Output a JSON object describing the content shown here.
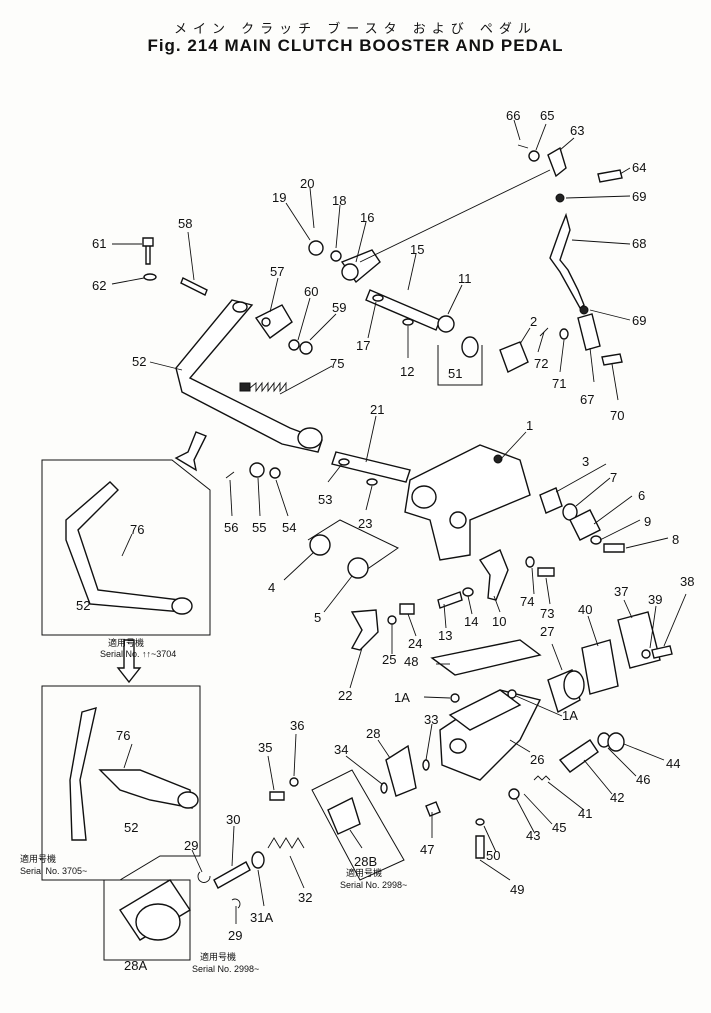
{
  "title": {
    "japanese": "メイン クラッチ ブースタ および ペダル",
    "english": "Fig. 214 MAIN CLUTCH BOOSTER AND PEDAL"
  },
  "callouts": [
    {
      "id": "66",
      "label": "66"
    },
    {
      "id": "65",
      "label": "65"
    },
    {
      "id": "63",
      "label": "63"
    },
    {
      "id": "64",
      "label": "64"
    },
    {
      "id": "69a",
      "label": "69"
    },
    {
      "id": "68",
      "label": "68"
    },
    {
      "id": "69b",
      "label": "69"
    },
    {
      "id": "67",
      "label": "67"
    },
    {
      "id": "70",
      "label": "70"
    },
    {
      "id": "71",
      "label": "71"
    },
    {
      "id": "72",
      "label": "72"
    },
    {
      "id": "2",
      "label": "2"
    },
    {
      "id": "20",
      "label": "20"
    },
    {
      "id": "19",
      "label": "19"
    },
    {
      "id": "18",
      "label": "18"
    },
    {
      "id": "16",
      "label": "16"
    },
    {
      "id": "15",
      "label": "15"
    },
    {
      "id": "11",
      "label": "11"
    },
    {
      "id": "17",
      "label": "17"
    },
    {
      "id": "12",
      "label": "12"
    },
    {
      "id": "51",
      "label": "51"
    },
    {
      "id": "61",
      "label": "61"
    },
    {
      "id": "62",
      "label": "62"
    },
    {
      "id": "58",
      "label": "58"
    },
    {
      "id": "57",
      "label": "57"
    },
    {
      "id": "60",
      "label": "60"
    },
    {
      "id": "59",
      "label": "59"
    },
    {
      "id": "52a",
      "label": "52"
    },
    {
      "id": "75",
      "label": "75"
    },
    {
      "id": "21",
      "label": "21"
    },
    {
      "id": "1",
      "label": "1"
    },
    {
      "id": "3",
      "label": "3"
    },
    {
      "id": "7",
      "label": "7"
    },
    {
      "id": "6",
      "label": "6"
    },
    {
      "id": "9",
      "label": "9"
    },
    {
      "id": "8",
      "label": "8"
    },
    {
      "id": "53",
      "label": "53"
    },
    {
      "id": "23",
      "label": "23"
    },
    {
      "id": "56",
      "label": "56"
    },
    {
      "id": "55",
      "label": "55"
    },
    {
      "id": "54",
      "label": "54"
    },
    {
      "id": "4",
      "label": "4"
    },
    {
      "id": "5",
      "label": "5"
    },
    {
      "id": "76a",
      "label": "76"
    },
    {
      "id": "52b",
      "label": "52"
    },
    {
      "id": "74",
      "label": "74"
    },
    {
      "id": "73",
      "label": "73"
    },
    {
      "id": "10",
      "label": "10"
    },
    {
      "id": "14",
      "label": "14"
    },
    {
      "id": "13",
      "label": "13"
    },
    {
      "id": "24",
      "label": "24"
    },
    {
      "id": "25",
      "label": "25"
    },
    {
      "id": "22",
      "label": "22"
    },
    {
      "id": "48",
      "label": "48"
    },
    {
      "id": "27",
      "label": "27"
    },
    {
      "id": "40",
      "label": "40"
    },
    {
      "id": "37",
      "label": "37"
    },
    {
      "id": "39",
      "label": "39"
    },
    {
      "id": "38",
      "label": "38"
    },
    {
      "id": "1Aa",
      "label": "1A"
    },
    {
      "id": "1Ab",
      "label": "1A"
    },
    {
      "id": "33",
      "label": "33"
    },
    {
      "id": "28",
      "label": "28"
    },
    {
      "id": "34",
      "label": "34"
    },
    {
      "id": "26",
      "label": "26"
    },
    {
      "id": "44",
      "label": "44"
    },
    {
      "id": "46",
      "label": "46"
    },
    {
      "id": "42",
      "label": "42"
    },
    {
      "id": "41",
      "label": "41"
    },
    {
      "id": "45",
      "label": "45"
    },
    {
      "id": "43",
      "label": "43"
    },
    {
      "id": "35",
      "label": "35"
    },
    {
      "id": "36",
      "label": "36"
    },
    {
      "id": "76b",
      "label": "76"
    },
    {
      "id": "52c",
      "label": "52"
    },
    {
      "id": "47",
      "label": "47"
    },
    {
      "id": "50",
      "label": "50"
    },
    {
      "id": "49",
      "label": "49"
    },
    {
      "id": "30",
      "label": "30"
    },
    {
      "id": "29a",
      "label": "29"
    },
    {
      "id": "32",
      "label": "32"
    },
    {
      "id": "31A",
      "label": "31A"
    },
    {
      "id": "28B",
      "label": "28B"
    },
    {
      "id": "29b",
      "label": "29"
    },
    {
      "id": "28A",
      "label": "28A"
    }
  ],
  "serial_notes": {
    "note1_jp": "適用号機",
    "note1_en": "Serial No. ↑↑~3704",
    "note2_jp": "適用号機",
    "note2_en": "Serial No. 3705~",
    "note3_jp": "適用号機",
    "note3_en": "Serial No. 2998~",
    "note4_jp": "適用号機",
    "note4_en": "Serial No. 2998~"
  }
}
